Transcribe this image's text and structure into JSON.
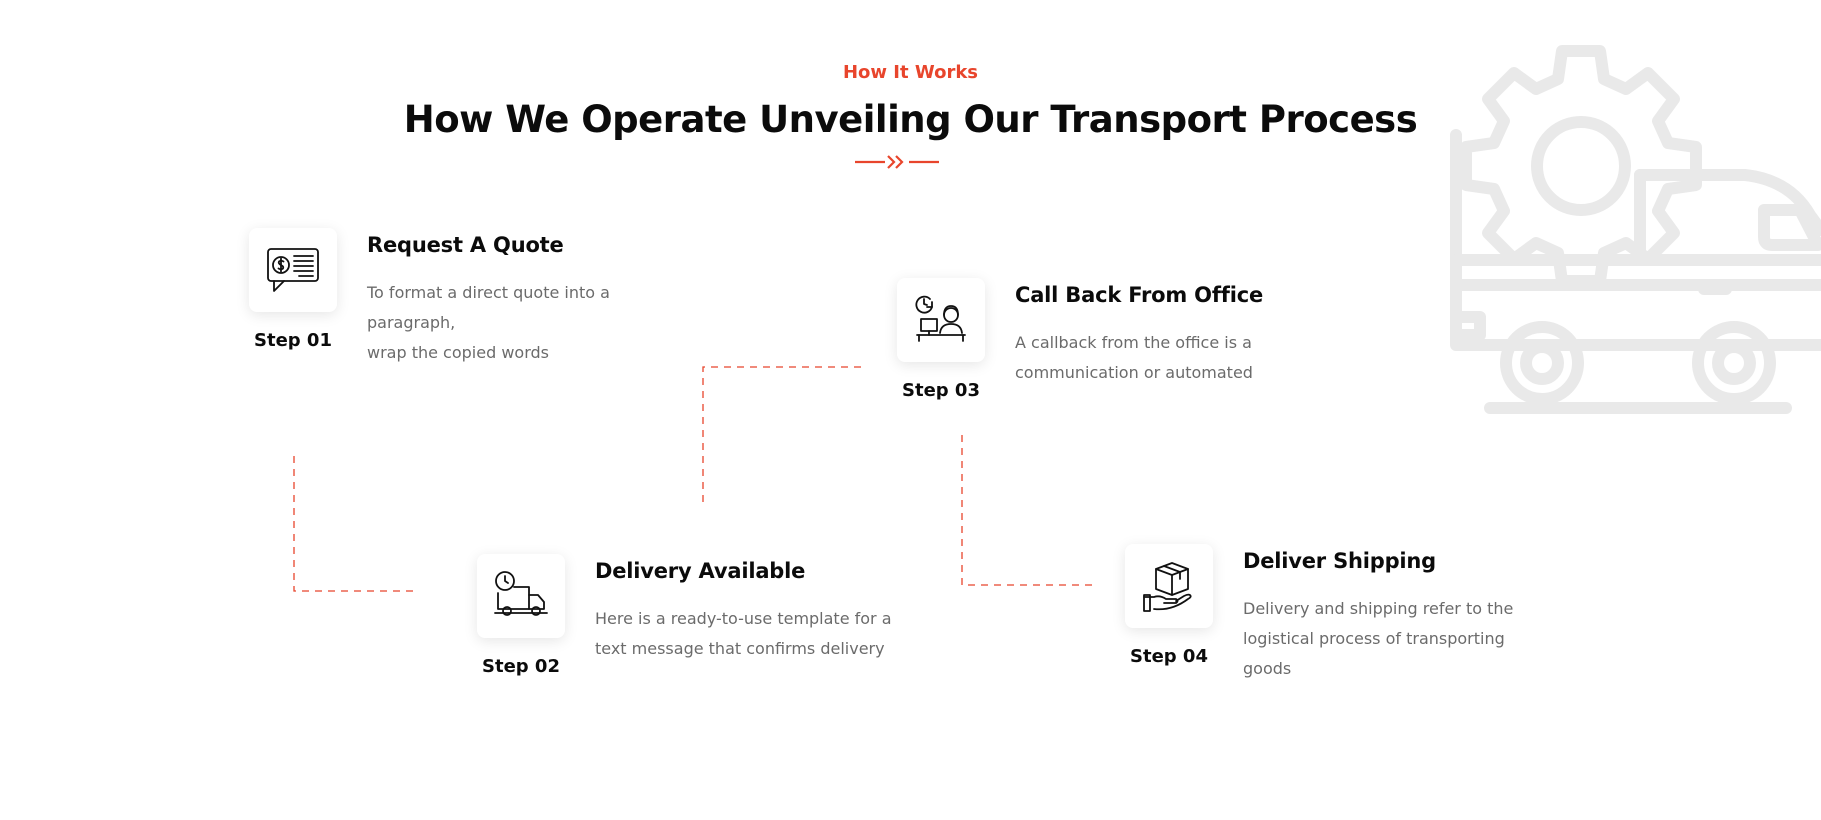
{
  "section": {
    "eyebrow": "How It Works",
    "title": "How We Operate Unveiling Our Transport Process"
  },
  "colors": {
    "accent": "#e8452c",
    "text": "#0b0b0b",
    "muted": "#6b6b6b",
    "bg_art": "#e9e9e9"
  },
  "steps": [
    {
      "label": "Step 01",
      "title": "Request A Quote",
      "desc_line1": "To format a direct quote into a paragraph,",
      "desc_line2": "wrap the copied words",
      "icon": "quote-chat-icon"
    },
    {
      "label": "Step 02",
      "title": "Delivery Available",
      "desc_line1": "Here is a ready-to-use template for a",
      "desc_line2": "text message that confirms delivery",
      "icon": "delivery-truck-icon"
    },
    {
      "label": "Step 03",
      "title": "Call Back From Office",
      "desc_line1": "A callback from the office is a",
      "desc_line2": "communication or automated",
      "icon": "office-agent-icon"
    },
    {
      "label": "Step 04",
      "title": "Deliver Shipping",
      "desc_line1": "Delivery and shipping refer to the",
      "desc_line2": "logistical process of transporting",
      "desc_line3": "goods",
      "icon": "package-hand-icon"
    }
  ]
}
